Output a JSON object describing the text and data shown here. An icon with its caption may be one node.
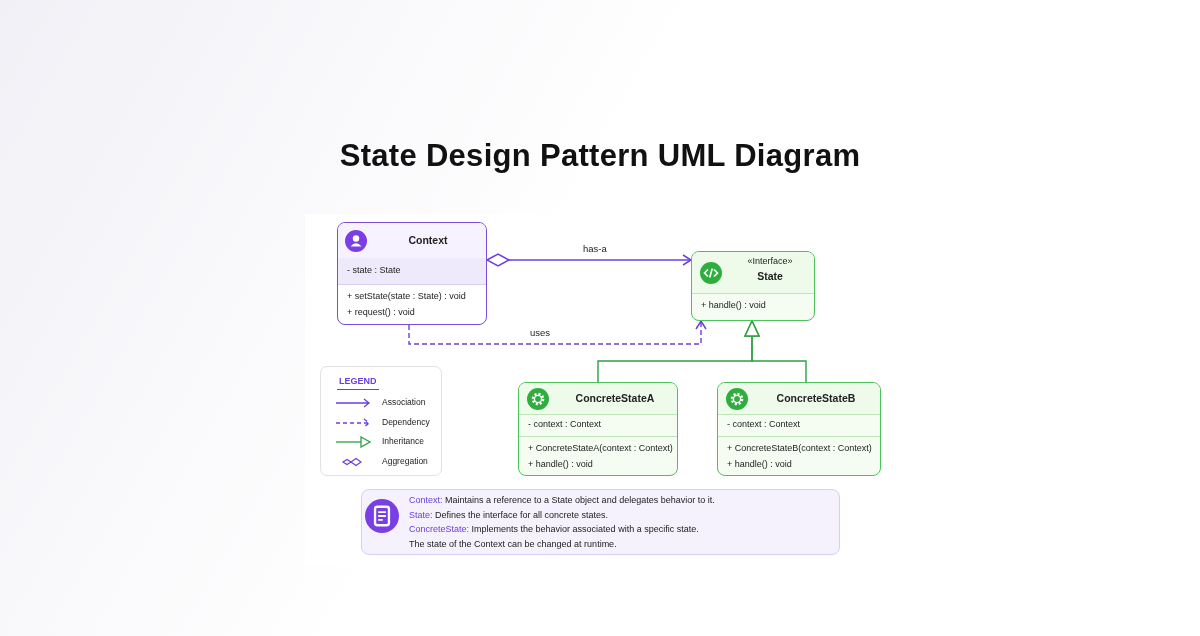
{
  "diagram": {
    "title": "State Design Pattern UML Diagram",
    "nodes": [
      {
        "text": [
          "Context",
          "- state : State",
          "+ setState(state : State) : void",
          "+ request() : void"
        ]
      },
      {
        "text": [
          "«Interface»",
          "State",
          "+ handle() : void"
        ]
      },
      {
        "text": [
          "ConcreteStateA",
          "- context : Context",
          "+ ConcreteStateA(context : Context)",
          "+ handle() : void"
        ]
      },
      {
        "text": [
          "ConcreteStateB",
          "- context : Context",
          "+ ConcreteStateB(context : Context)",
          "+ handle() : void"
        ]
      },
      {
        "text": [
          "**Context:** Maintains a reference to a State object and delegates behavior to it.",
          "**State:** Defines the interface for all concrete states.",
          "**ConcreteState:** Implements the behavior associated with a specific state.",
          "The state of the Context can be changed at runtime."
        ]
      }
    ],
    "edges": [
      {
        "from": 0,
        "to": 1,
        "arrow": "to",
        "label": "has-a",
        "color": "#6c3fe0"
      },
      {
        "from": 0,
        "to": 1,
        "arrow": "to",
        "label": "uses",
        "style": "dashed",
        "color": "#6c3fe0"
      },
      {
        "from": 2,
        "to": 1,
        "arrow": "to",
        "color": "#2ea043"
      },
      {
        "from": 3,
        "to": 1,
        "arrow": "to",
        "color": "#2ea043"
      }
    ],
    "labels": [
      "LEGEND"
    ],
    "legend": [
      {
        "text": "Association"
      },
      {
        "text": "Dependency"
      },
      {
        "text": "Inheritance"
      },
      {
        "text": "Aggregation"
      }
    ]
  }
}
